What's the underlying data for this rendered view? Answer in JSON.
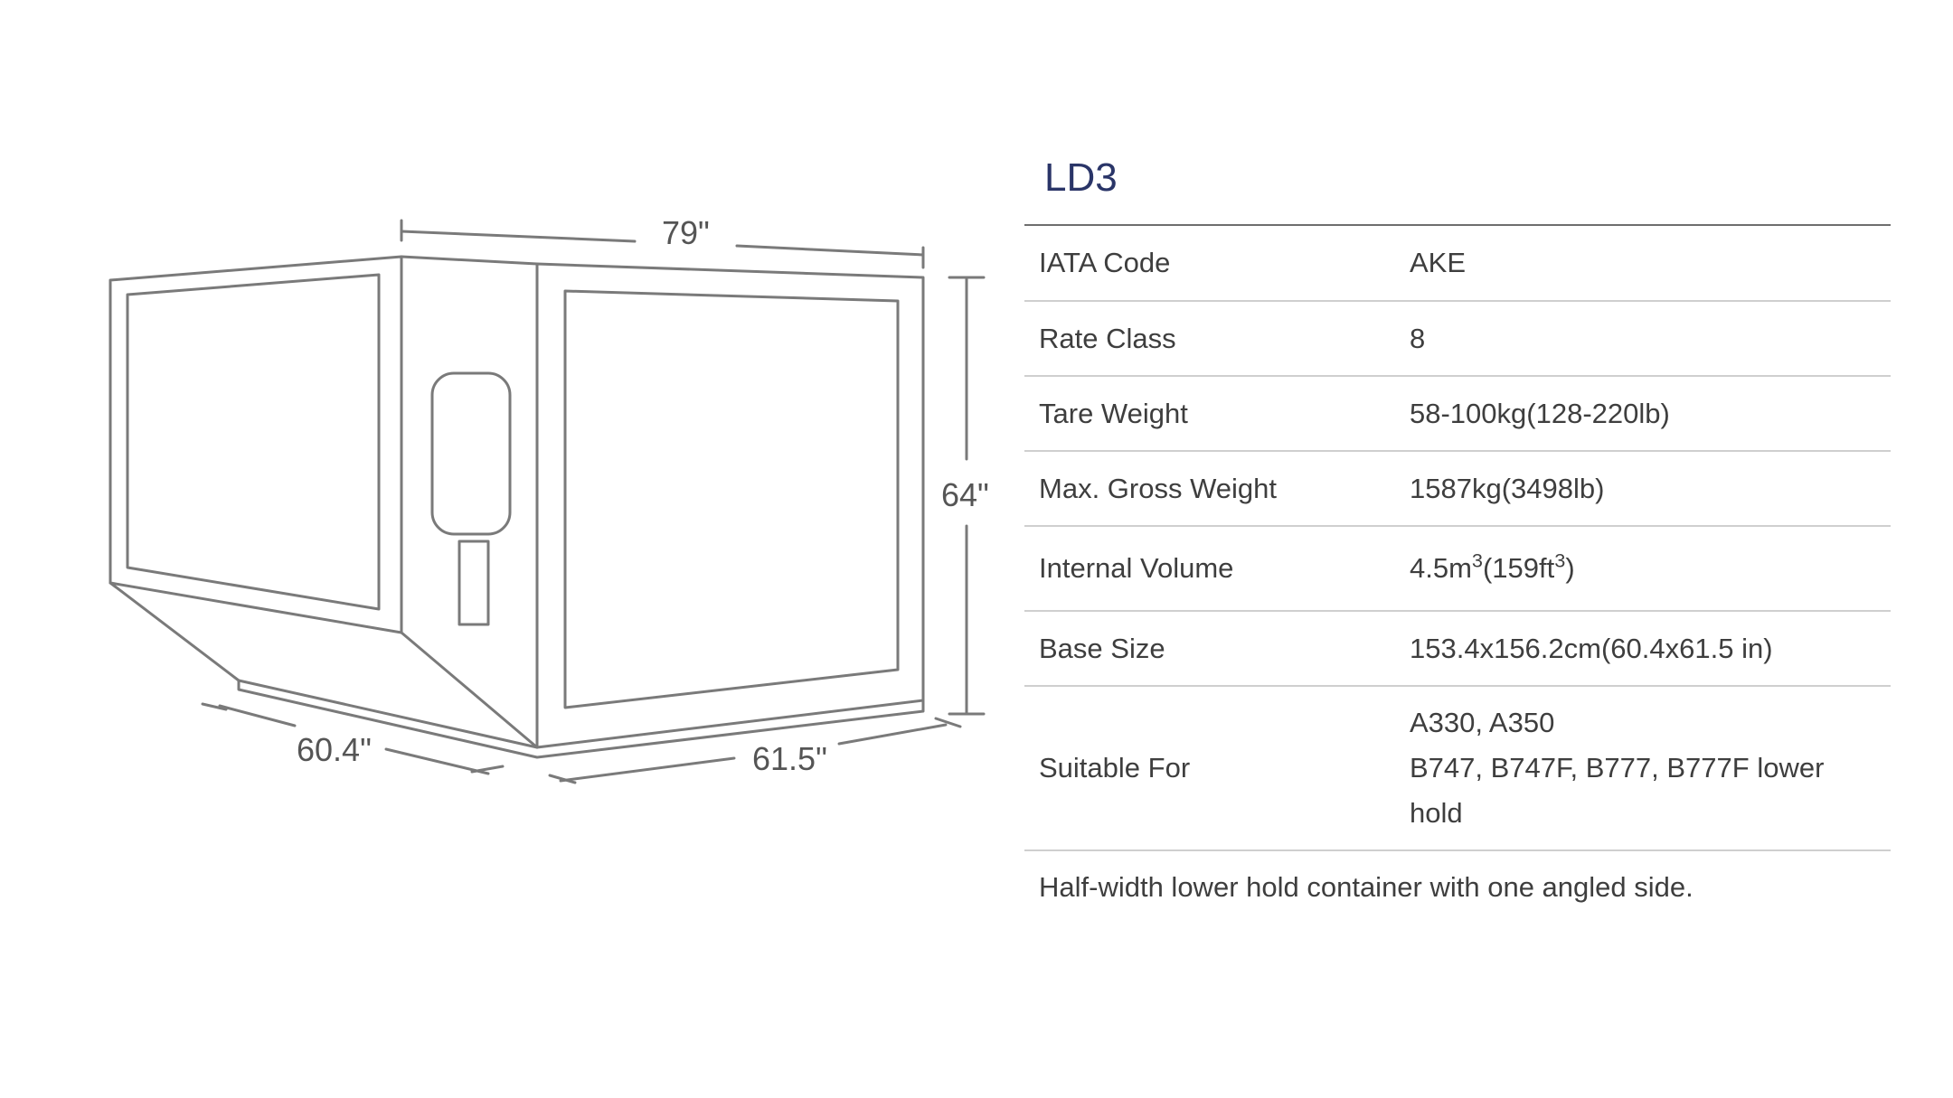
{
  "diagram": {
    "dimensions": {
      "width": "79\"",
      "height": "64\"",
      "base_depth": "60.4\"",
      "base_width": "61.5\""
    }
  },
  "spec": {
    "title": "LD3",
    "rows": [
      {
        "label": "IATA Code",
        "value": "AKE"
      },
      {
        "label": "Rate Class",
        "value": "8"
      },
      {
        "label": "Tare Weight",
        "value": "58-100kg(128-220lb)"
      },
      {
        "label": "Max. Gross Weight",
        "value": "1587kg(3498lb)"
      },
      {
        "label": "Internal Volume",
        "value_parts": [
          "4.5m",
          "3",
          "(159ft",
          "3",
          ")"
        ]
      },
      {
        "label": "Base Size",
        "value": "153.4x156.2cm(60.4x61.5 in)"
      },
      {
        "label": "Suitable For",
        "value_lines": [
          "A330, A350",
          "B747, B747F, B777, B777F lower",
          "hold"
        ]
      }
    ],
    "note": "Half-width lower hold container with one angled side."
  }
}
